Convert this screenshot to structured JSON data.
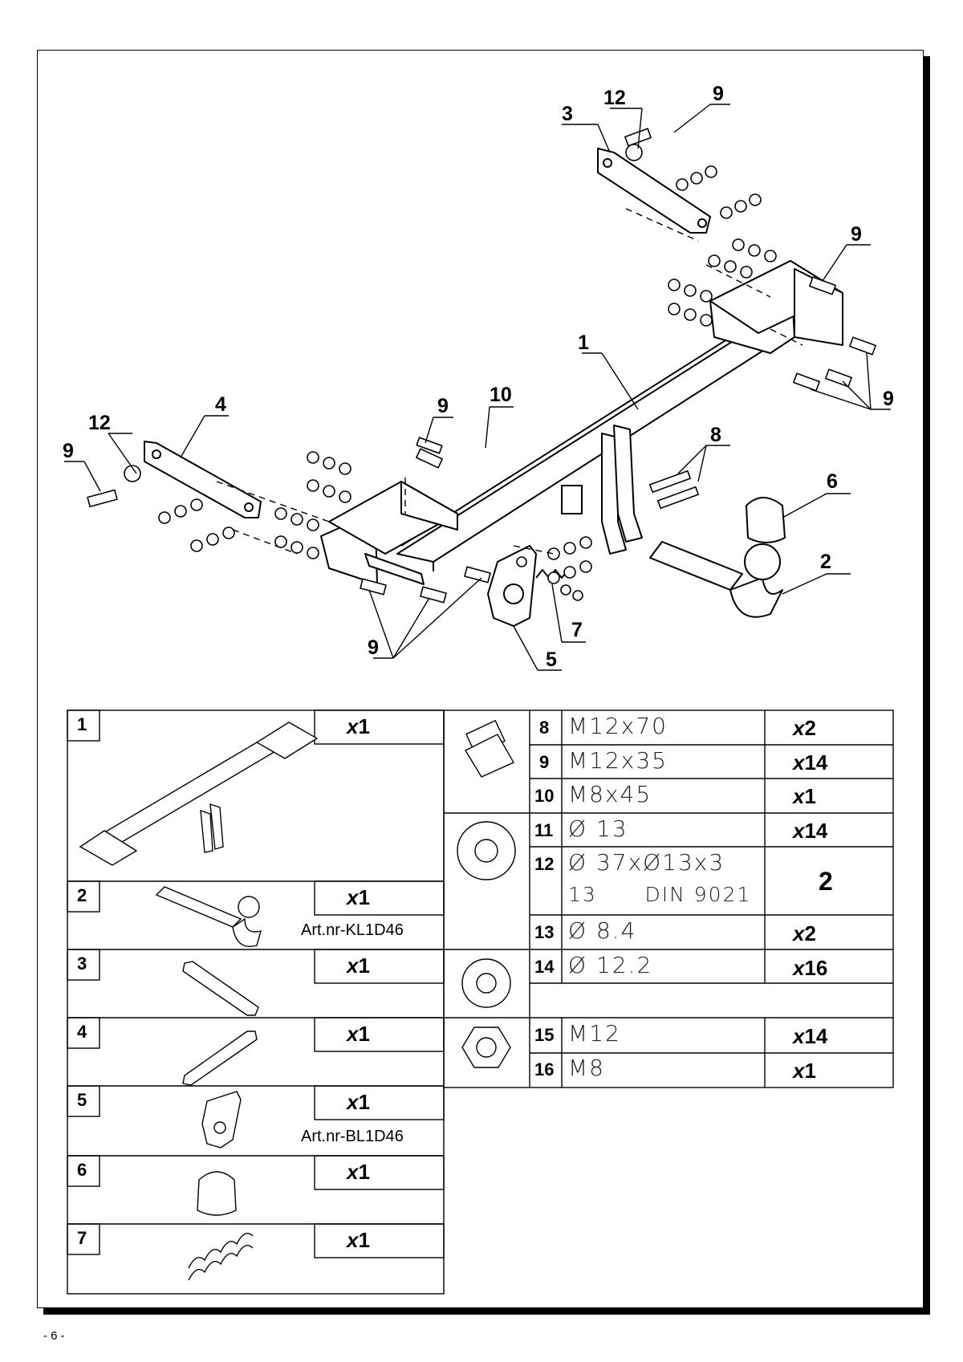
{
  "diagram_labels": {
    "l1": "1",
    "l2": "2",
    "l3": "3",
    "l4": "4",
    "l5": "5",
    "l6": "6",
    "l7": "7",
    "l8": "8",
    "l9a": "9",
    "l9b": "9",
    "l9c": "9",
    "l9d": "9",
    "l9e": "9",
    "l9f": "9",
    "l10": "10",
    "l12a": "12",
    "l12b": "12"
  },
  "left_table": [
    {
      "num": "1",
      "qty_x": "x",
      "qty_n": "1",
      "art": ""
    },
    {
      "num": "2",
      "qty_x": "x",
      "qty_n": "1",
      "art": "Art.nr-KL1D46"
    },
    {
      "num": "3",
      "qty_x": "x",
      "qty_n": "1",
      "art": ""
    },
    {
      "num": "4",
      "qty_x": "x",
      "qty_n": "1",
      "art": ""
    },
    {
      "num": "5",
      "qty_x": "x",
      "qty_n": "1",
      "art": "Art.nr-BL1D46"
    },
    {
      "num": "6",
      "qty_x": "x",
      "qty_n": "1",
      "art": ""
    },
    {
      "num": "7",
      "qty_x": "x",
      "qty_n": "1",
      "art": ""
    }
  ],
  "right_table": [
    {
      "num": "8",
      "desc": "M12x70",
      "desc2": "",
      "qty_x": "x",
      "qty_n": "2"
    },
    {
      "num": "9",
      "desc": "M12x35",
      "desc2": "",
      "qty_x": "x",
      "qty_n": "14"
    },
    {
      "num": "10",
      "desc": "M8x45",
      "desc2": "",
      "qty_x": "x",
      "qty_n": "1"
    },
    {
      "num": "11",
      "desc": "Ø 13",
      "desc2": "",
      "qty_x": "x",
      "qty_n": "14"
    },
    {
      "num": "12",
      "desc": "Ø 37xØ13x3",
      "desc2": "13      DIN 9021",
      "qty_x": "",
      "qty_n": "2"
    },
    {
      "num": "13",
      "desc": "Ø 8.4",
      "desc2": "",
      "qty_x": "x",
      "qty_n": "2"
    },
    {
      "num": "14",
      "desc": "Ø 12.2",
      "desc2": "",
      "qty_x": "x",
      "qty_n": "16"
    },
    {
      "num": "15",
      "desc": "M12",
      "desc2": "",
      "qty_x": "x",
      "qty_n": "14"
    },
    {
      "num": "16",
      "desc": "M8",
      "desc2": "",
      "qty_x": "x",
      "qty_n": "1"
    }
  ],
  "page_number": "- 6 -"
}
